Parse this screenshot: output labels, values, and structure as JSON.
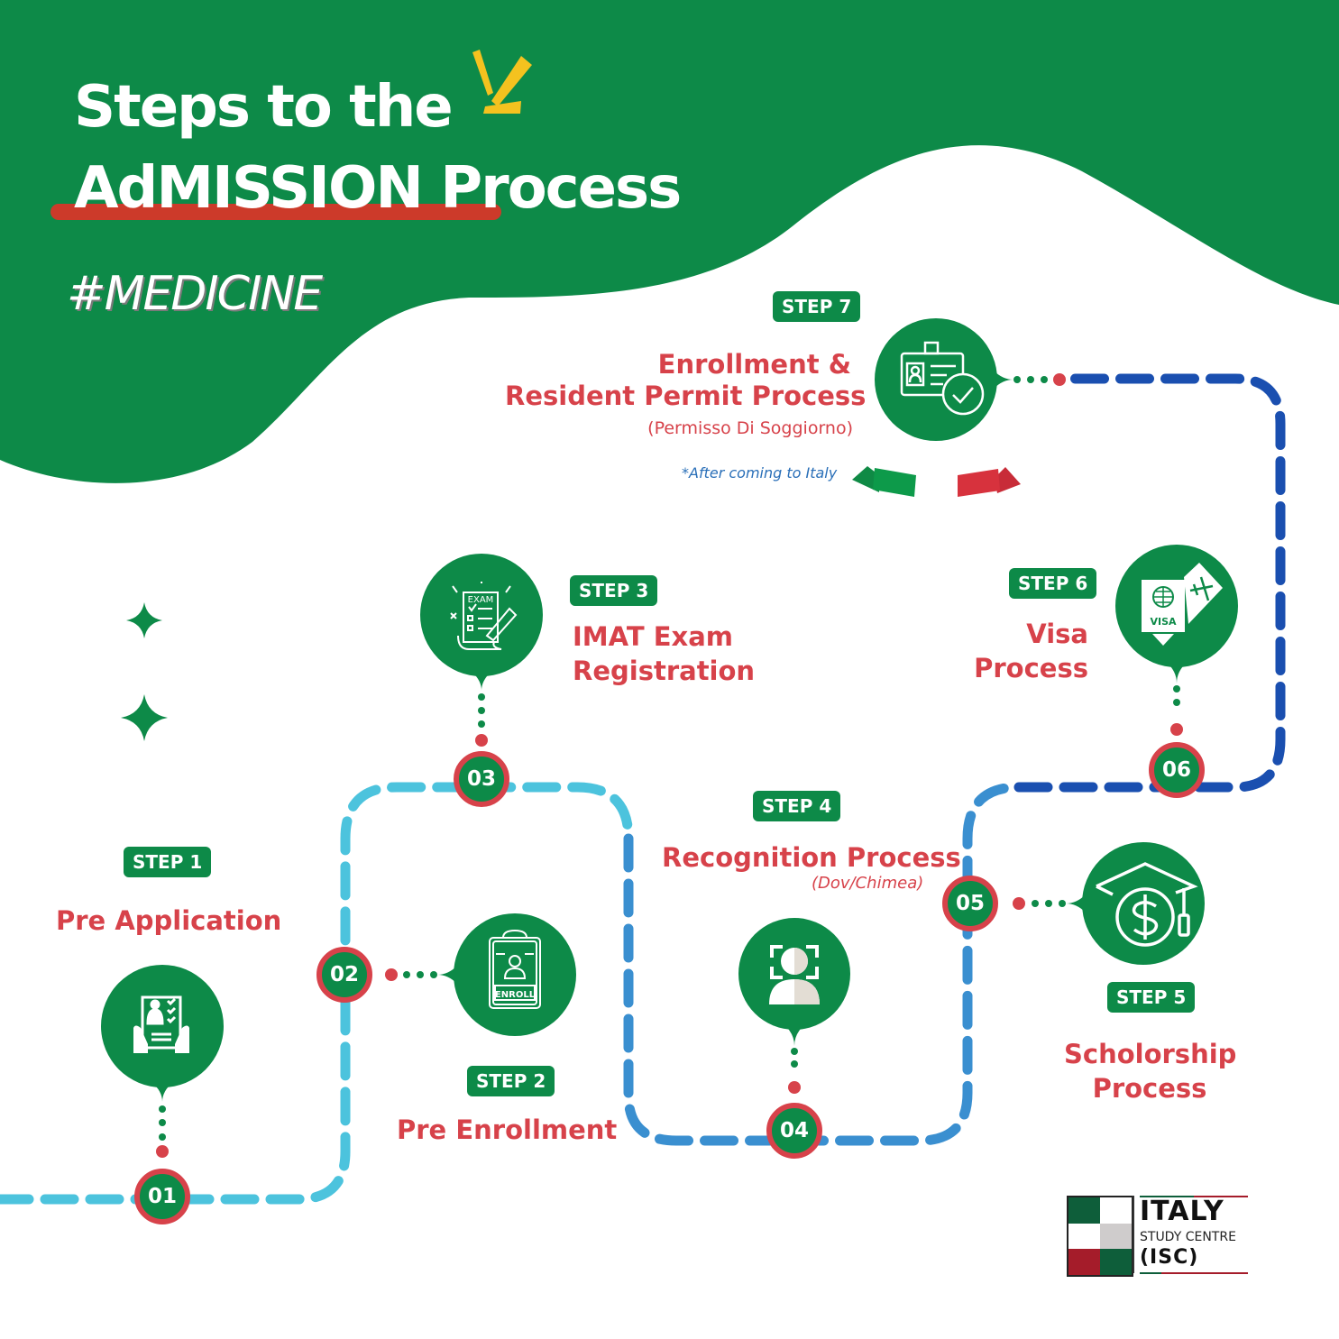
{
  "header": {
    "title_line1": "Steps to the",
    "title_line2": "AdMISSION Process",
    "hashtag": "#MEDICINE"
  },
  "colors": {
    "green": "#0d8a48",
    "red": "#d7424a",
    "yellow": "#f4c21f",
    "path_light_blue": "#4cc3dd",
    "path_mid_blue": "#3a8fd0",
    "path_dark_blue": "#1a4fb0",
    "underline_red": "#cc3a2a"
  },
  "steps": [
    {
      "badge": "STEP 1",
      "number": "01",
      "title_lines": [
        "Pre Application"
      ],
      "subtitle": "",
      "icon": "application-form-icon"
    },
    {
      "badge": "STEP 2",
      "number": "02",
      "title_lines": [
        "Pre Enrollment"
      ],
      "subtitle": "",
      "icon": "enroll-clipboard-icon"
    },
    {
      "badge": "STEP 3",
      "number": "03",
      "title_lines": [
        "IMAT Exam",
        "Registration"
      ],
      "subtitle": "",
      "icon": "exam-paper-icon"
    },
    {
      "badge": "STEP 4",
      "number": "04",
      "title_lines": [
        "Recognition Process"
      ],
      "subtitle": "(Dov/Chimea)",
      "icon": "face-recognition-icon"
    },
    {
      "badge": "STEP 5",
      "number": "05",
      "title_lines": [
        "Scholorship",
        "Process"
      ],
      "subtitle": "",
      "icon": "graduation-cap-dollar-icon"
    },
    {
      "badge": "STEP 6",
      "number": "06",
      "title_lines": [
        "Visa",
        "Process"
      ],
      "subtitle": "",
      "icon": "visa-passport-icon"
    },
    {
      "badge": "STEP 7",
      "number": "",
      "title_lines": [
        "Enrollment &",
        "Resident Permit Process"
      ],
      "subtitle": "(Permisso Di Soggiorno)",
      "icon": "id-card-check-icon"
    }
  ],
  "step7_note": "*After coming to Italy",
  "step4_icon_text": "",
  "icon_texts": {
    "exam": "EXAM",
    "enroll": "ENROLL",
    "visa": "VISA"
  },
  "logo": {
    "line1": "ITALY",
    "line2": "STUDY CENTRE",
    "line3": "(ISC)"
  }
}
